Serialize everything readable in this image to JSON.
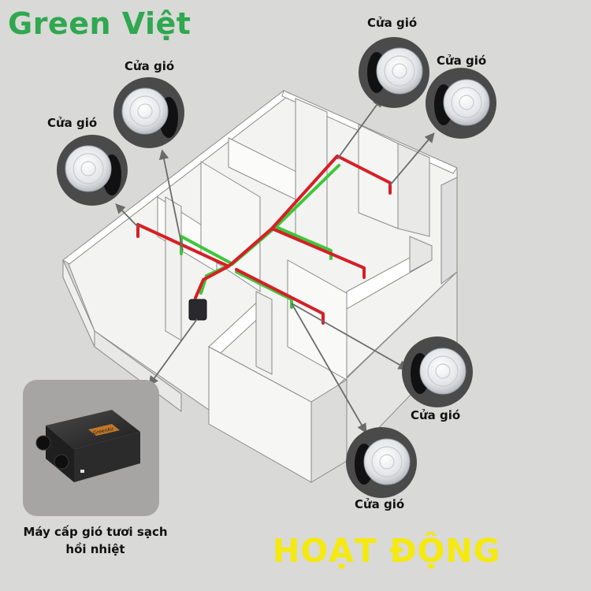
{
  "brand": {
    "name": "Green Việt"
  },
  "diffuser_label": "Cửa gió",
  "diffusers": [
    {
      "label": "Cửa gió"
    },
    {
      "label": "Cửa gió"
    },
    {
      "label": "Cửa gió"
    },
    {
      "label": "Cửa gió"
    },
    {
      "label": "Cửa gió"
    },
    {
      "label": "Cửa gió"
    }
  ],
  "unit": {
    "caption_line1": "Máy cấp gió tươi sạch",
    "caption_line2": "hồi nhiệt",
    "device_brand": "GreenAir"
  },
  "status_text": "HOẠT ĐỘNG",
  "colors": {
    "background": "#d9d9d7",
    "brand_green": "#2fa84f",
    "status_yellow": "#f5e90f",
    "supply_duct": "#d61f26",
    "return_duct": "#3ec63a",
    "leader_line": "#6b6b6b"
  }
}
